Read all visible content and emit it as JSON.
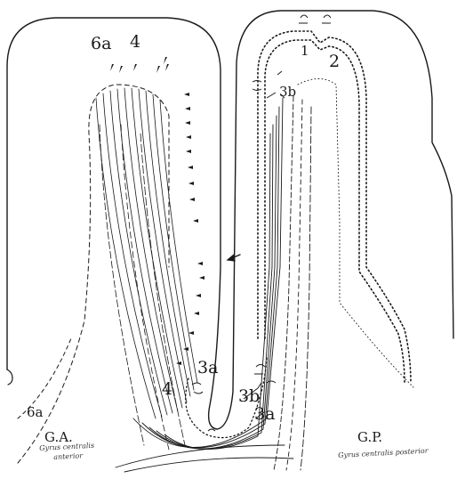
{
  "labels": {
    "area_6a_top": "6a",
    "area_4_top": "4",
    "area_1": "1",
    "area_2": "2",
    "area_3b_upper": "3b",
    "area_4_lower": "4",
    "area_3a_front": "3a",
    "area_3b_lower": "3b",
    "area_3a_back": "3a",
    "area_6a_lower": "6a",
    "ga": "G.A.",
    "gp": "G.P."
  },
  "handwriting": {
    "ga_caption_line1": "Gyrus centralis",
    "ga_caption_line2": "anterior",
    "gp_caption": "Gyrus centralis posterior"
  },
  "colors": {
    "ink": "#1a1a1a",
    "paper": "#ffffff"
  }
}
